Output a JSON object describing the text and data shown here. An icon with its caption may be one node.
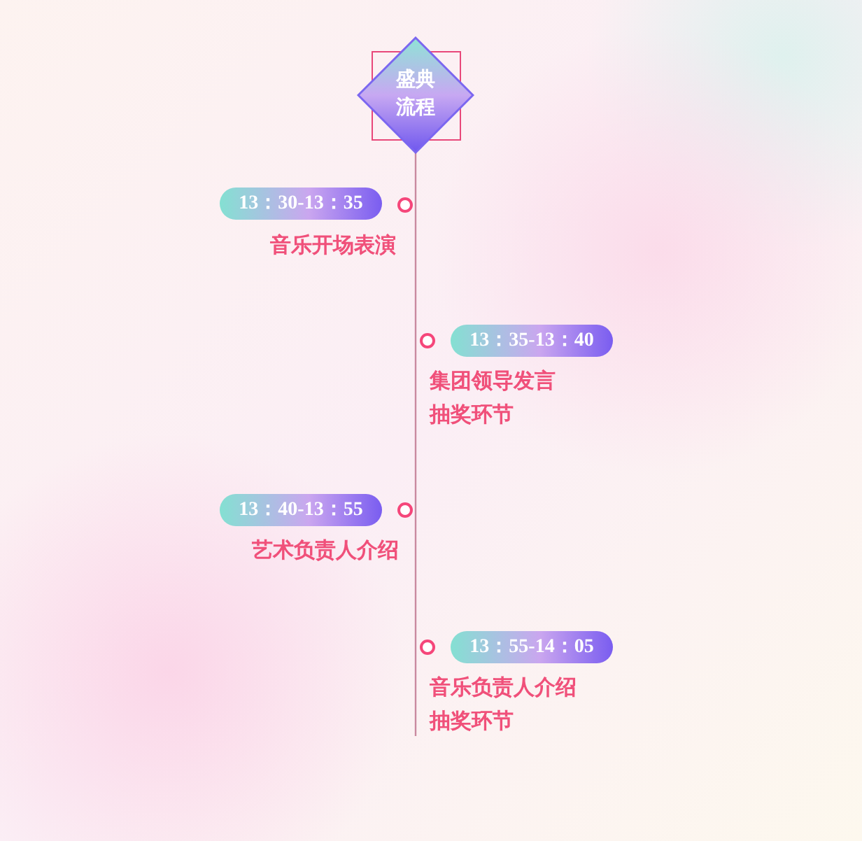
{
  "diagram": {
    "nodes": [
      {
        "text": [
          "盛典流程"
        ]
      },
      {
        "text": [
          "13：30-13：35"
        ],
        "beside": [
          "音乐开场表演"
        ]
      },
      {
        "text": [
          "13：35-13：40"
        ],
        "beside": [
          "集团领导发言",
          "抽奖环节"
        ]
      },
      {
        "text": [
          "13：40-13：55"
        ],
        "beside": [
          "艺术负责人介绍"
        ]
      },
      {
        "text": [
          "13：55-14：05"
        ],
        "beside": [
          "音乐负责人介绍",
          "抽奖环节"
        ]
      }
    ],
    "edges": []
  }
}
